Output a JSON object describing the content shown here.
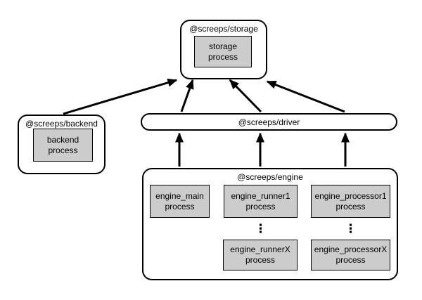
{
  "colors": {
    "background": "#ffffff",
    "node_fill": "#ffffff",
    "process_fill": "#cccccc",
    "border": "#000000",
    "arrow": "#000000",
    "text": "#000000"
  },
  "nodes": {
    "storage": {
      "title": "@screeps/storage",
      "process": "storage\nprocess"
    },
    "backend": {
      "title": "@screeps/backend",
      "process": "backend\nprocess"
    },
    "driver": {
      "title": "@screeps/driver"
    },
    "engine": {
      "title": "@screeps/engine",
      "main": "engine_main\nprocess",
      "runner_first": "engine_runner1\nprocess",
      "runner_ellipsis": "⋮",
      "runner_last": "engine_runnerX\nprocess",
      "processor_first": "engine_processor1\nprocess",
      "processor_ellipsis": "⋮",
      "processor_last": "engine_processorX\nprocess"
    }
  },
  "edges": [
    {
      "from": "backend",
      "to": "storage"
    },
    {
      "from": "driver",
      "to": "storage"
    },
    {
      "from": "driver",
      "to": "storage"
    },
    {
      "from": "driver",
      "to": "storage"
    },
    {
      "from": "engine",
      "to": "driver"
    },
    {
      "from": "engine",
      "to": "driver"
    },
    {
      "from": "engine",
      "to": "driver"
    }
  ]
}
